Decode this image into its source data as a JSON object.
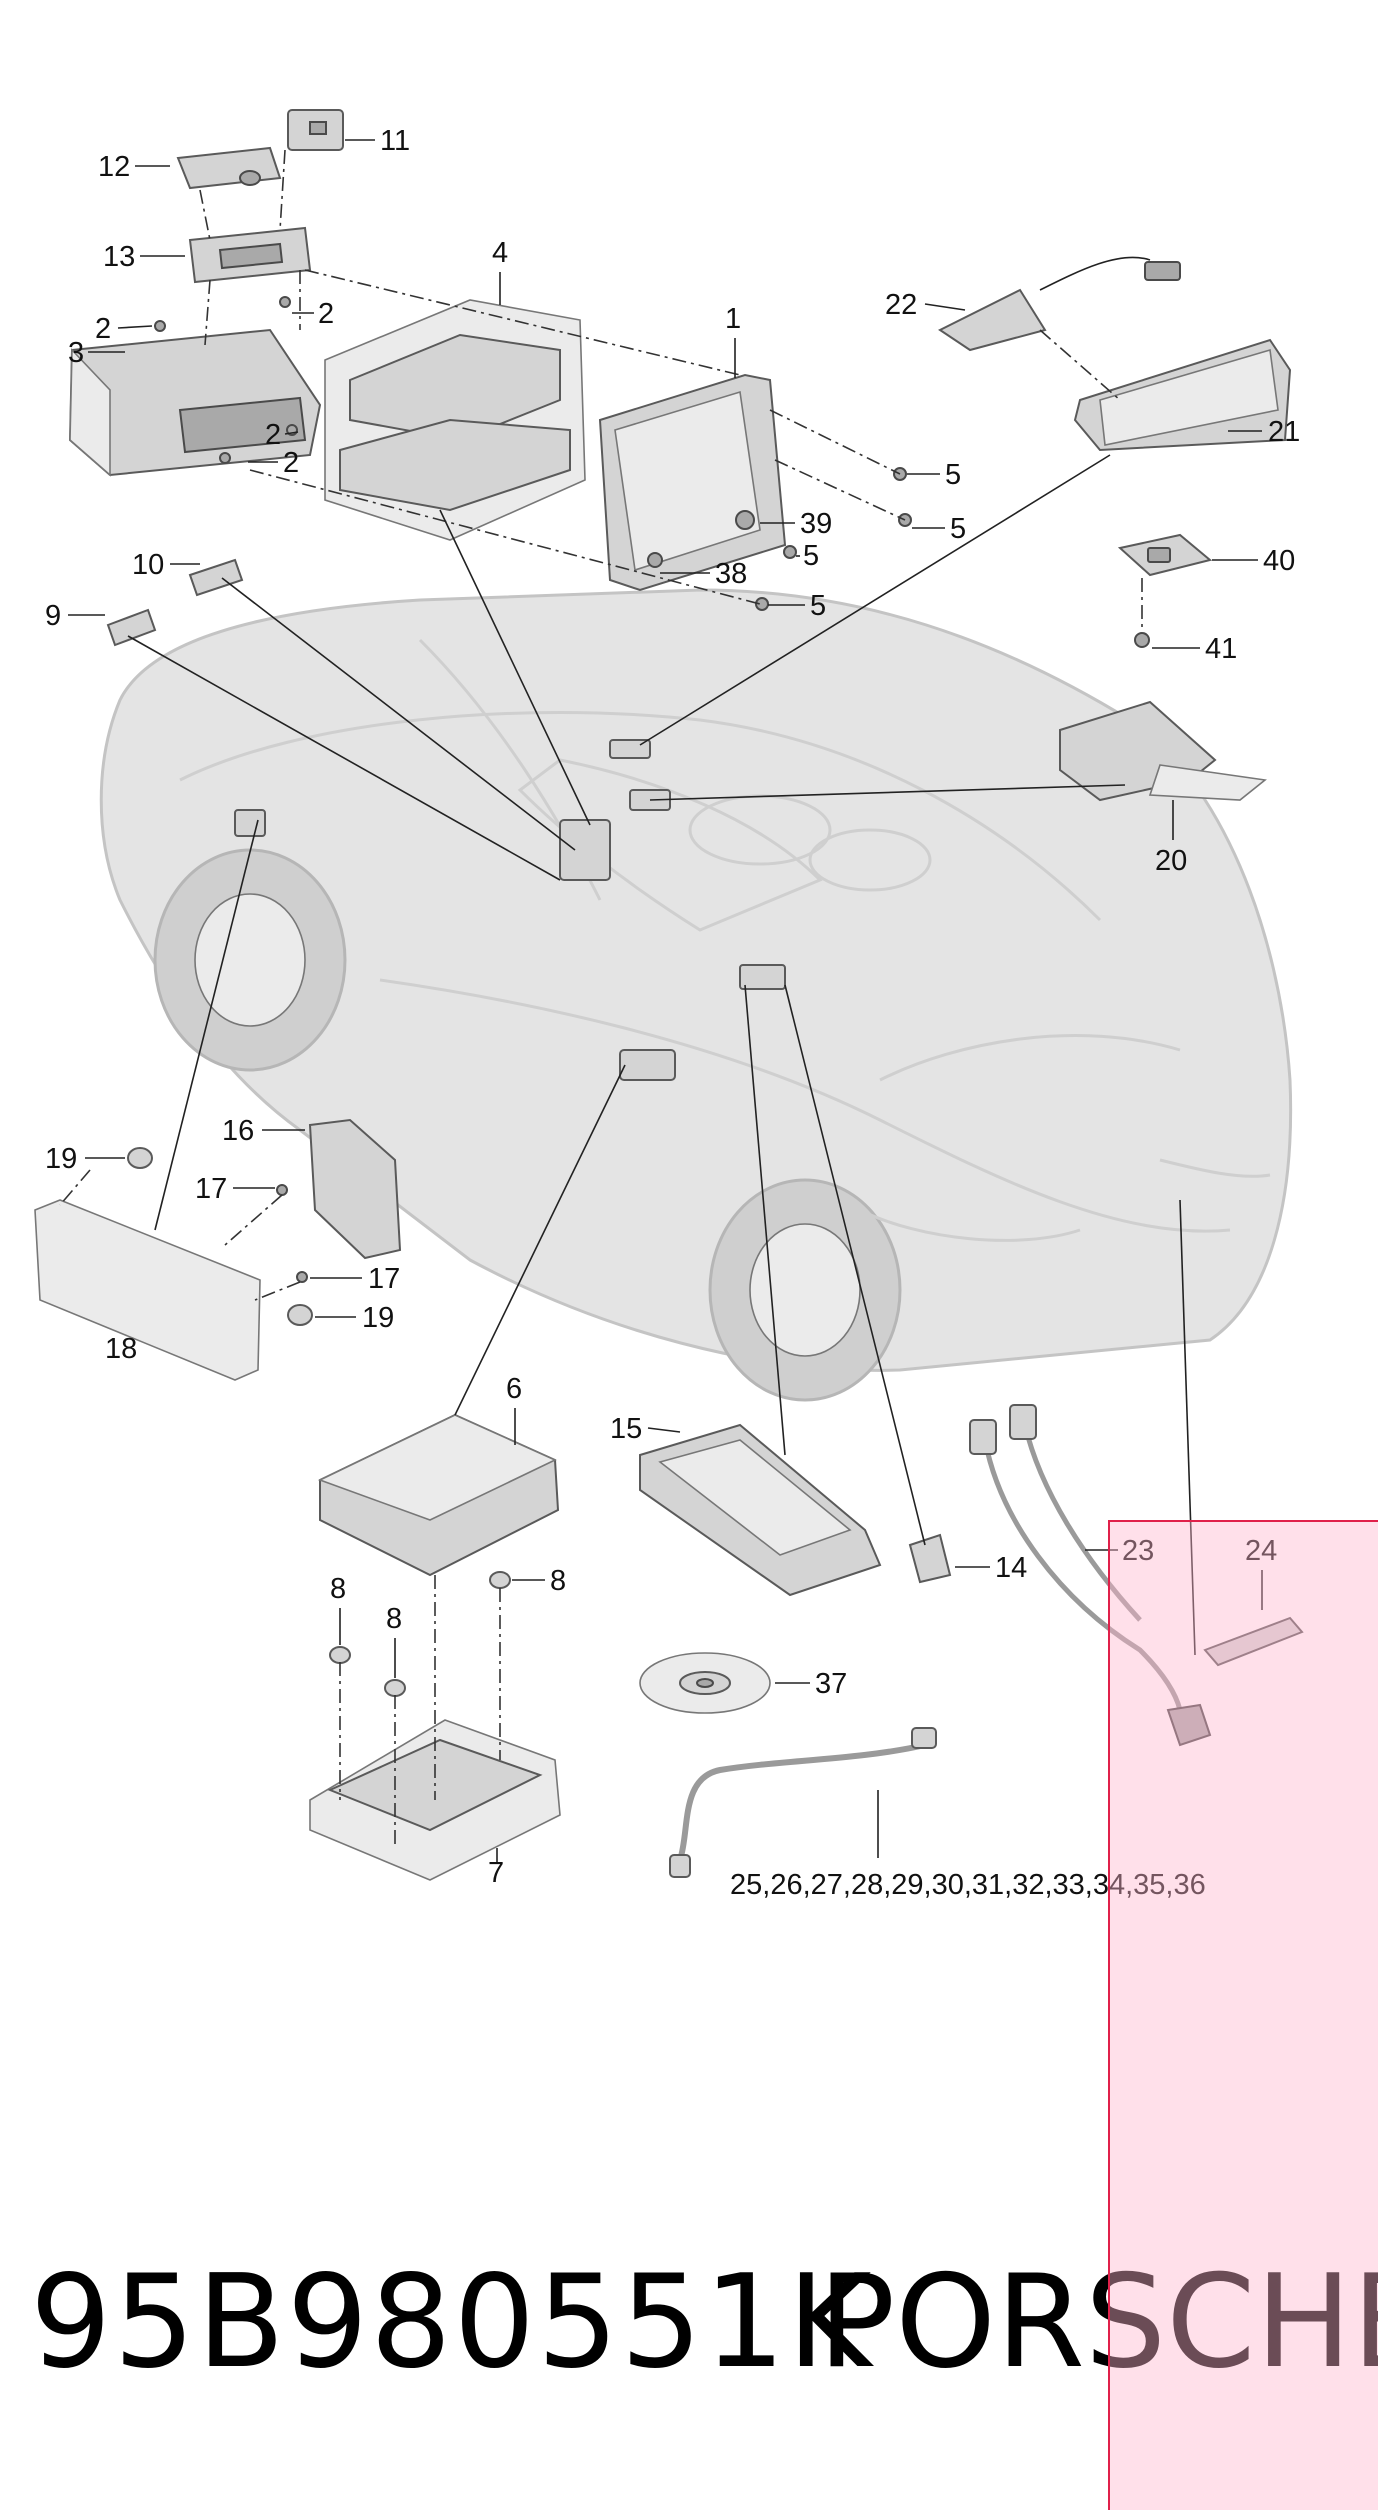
{
  "diagram": {
    "callouts": [
      {
        "id": "c1",
        "label": "1"
      },
      {
        "id": "c2a",
        "label": "2"
      },
      {
        "id": "c2b",
        "label": "2"
      },
      {
        "id": "c2c",
        "label": "2"
      },
      {
        "id": "c2d",
        "label": "2"
      },
      {
        "id": "c3",
        "label": "3"
      },
      {
        "id": "c4",
        "label": "4"
      },
      {
        "id": "c5a",
        "label": "5"
      },
      {
        "id": "c5b",
        "label": "5"
      },
      {
        "id": "c5c",
        "label": "5"
      },
      {
        "id": "c5d",
        "label": "5"
      },
      {
        "id": "c6",
        "label": "6"
      },
      {
        "id": "c7",
        "label": "7"
      },
      {
        "id": "c8a",
        "label": "8"
      },
      {
        "id": "c8b",
        "label": "8"
      },
      {
        "id": "c8c",
        "label": "8"
      },
      {
        "id": "c9",
        "label": "9"
      },
      {
        "id": "c10",
        "label": "10"
      },
      {
        "id": "c11",
        "label": "11"
      },
      {
        "id": "c12",
        "label": "12"
      },
      {
        "id": "c13",
        "label": "13"
      },
      {
        "id": "c14",
        "label": "14"
      },
      {
        "id": "c15",
        "label": "15"
      },
      {
        "id": "c16",
        "label": "16"
      },
      {
        "id": "c17a",
        "label": "17"
      },
      {
        "id": "c17b",
        "label": "17"
      },
      {
        "id": "c18",
        "label": "18"
      },
      {
        "id": "c19a",
        "label": "19"
      },
      {
        "id": "c19b",
        "label": "19"
      },
      {
        "id": "c20",
        "label": "20"
      },
      {
        "id": "c21",
        "label": "21"
      },
      {
        "id": "c22",
        "label": "22"
      },
      {
        "id": "c23",
        "label": "23"
      },
      {
        "id": "c24",
        "label": "24"
      },
      {
        "id": "c25",
        "label": "25,26,27,28,29,30,31,32,33,34,35,36"
      },
      {
        "id": "c37",
        "label": "37"
      },
      {
        "id": "c38",
        "label": "38"
      },
      {
        "id": "c39",
        "label": "39"
      },
      {
        "id": "c40",
        "label": "40"
      },
      {
        "id": "c41",
        "label": "41"
      }
    ]
  },
  "footer": {
    "part_number": "95B980551K",
    "brand": "PORSCHE"
  },
  "highlight": {
    "color": "#ffb6cc",
    "border_color": "#e0204a"
  }
}
